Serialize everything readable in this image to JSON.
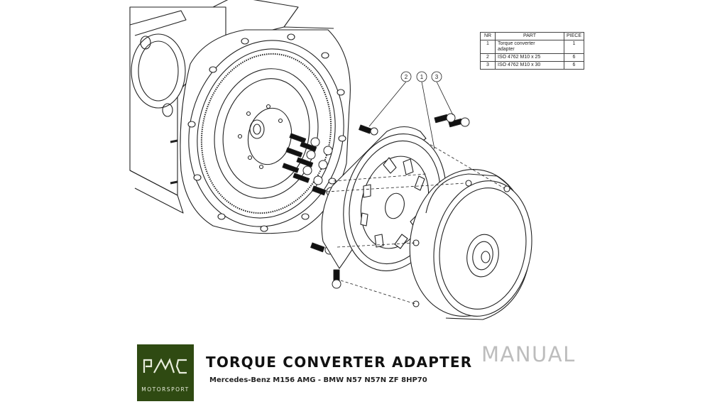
{
  "parts_table": {
    "headers": [
      "NR",
      "PART",
      "PIECE"
    ],
    "rows": [
      {
        "nr": "1",
        "part_line1": "Torque converter",
        "part_line2": "adapter",
        "piece": "1"
      },
      {
        "nr": "2",
        "part_line1": "ISO 4762 M10 x 25",
        "part_line2": "",
        "piece": "6"
      },
      {
        "nr": "3",
        "part_line1": "ISO 4762 M10 x 30",
        "part_line2": "",
        "piece": "6"
      }
    ]
  },
  "callouts": [
    "2",
    "1",
    "3"
  ],
  "logo": {
    "mark": "PMC",
    "text": "MOTORSPORT",
    "color": "#2f4a12"
  },
  "title": "TORQUE CONVERTER ADAPTER",
  "manual_label": "MANUAL",
  "subtitle": "Mercedes-Benz M156 AMG - BMW N57 N57N ZF 8HP70",
  "icons": {
    "drawing": "exploded-assembly-drawing"
  }
}
